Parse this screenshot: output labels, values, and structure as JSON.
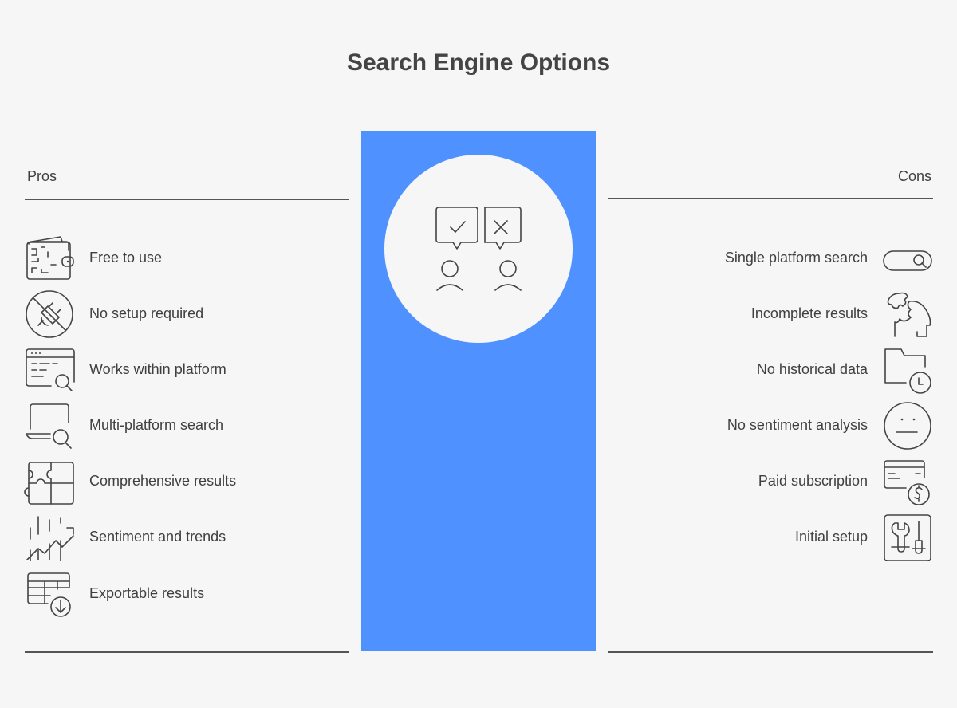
{
  "title": "Search Engine Options",
  "pros": {
    "header": "Pros",
    "items": [
      {
        "label": "Free to use",
        "icon": "wallet-icon"
      },
      {
        "label": "No setup required",
        "icon": "no-plug-icon"
      },
      {
        "label": "Works within platform",
        "icon": "browser-search-icon"
      },
      {
        "label": "Multi-platform search",
        "icon": "laptop-search-icon"
      },
      {
        "label": "Comprehensive results",
        "icon": "puzzle-icon"
      },
      {
        "label": "Sentiment and trends",
        "icon": "trend-chart-icon"
      },
      {
        "label": "Exportable results",
        "icon": "table-download-icon"
      }
    ]
  },
  "cons": {
    "header": "Cons",
    "items": [
      {
        "label": "Single platform search",
        "icon": "search-bar-icon"
      },
      {
        "label": "Incomplete results",
        "icon": "head-puzzle-icon"
      },
      {
        "label": "No historical data",
        "icon": "folder-clock-icon"
      },
      {
        "label": "No sentiment analysis",
        "icon": "neutral-face-icon"
      },
      {
        "label": "Paid subscription",
        "icon": "card-dollar-icon"
      },
      {
        "label": "Initial setup",
        "icon": "tools-icon"
      }
    ]
  },
  "center": {
    "icon": "people-approve-reject-icon"
  },
  "colors": {
    "background": "#f7f6f7",
    "accent": "#4f92ff",
    "text": "#404040",
    "rule": "#555555"
  }
}
